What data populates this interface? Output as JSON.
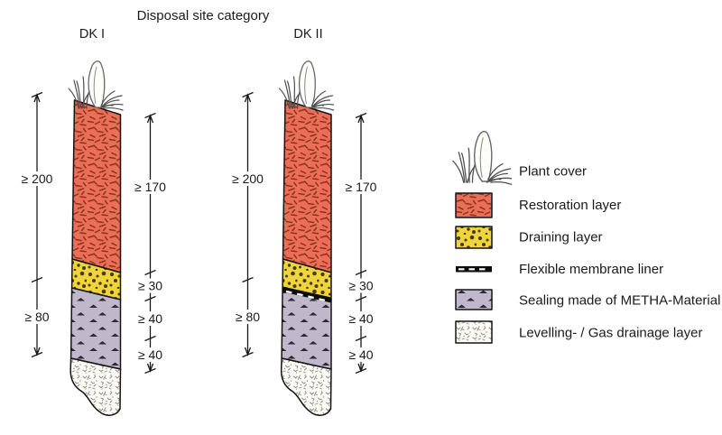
{
  "title": "Disposal site category",
  "columns": [
    {
      "label": "DK I",
      "left_dims": [
        {
          "label": "≥ 200"
        },
        {
          "label": "≥ 80"
        }
      ],
      "right_dims": [
        {
          "label": "≥ 170"
        },
        {
          "label": "≥ 30"
        },
        {
          "label": "≥ 40"
        },
        {
          "label": "≥ 40"
        }
      ],
      "layers_top_to_bottom": [
        "Plant cover",
        "Restoration layer",
        "Draining layer",
        "Sealing made of METHA-Material",
        "Levelling- / Gas drainage layer"
      ]
    },
    {
      "label": "DK II",
      "left_dims": [
        {
          "label": "≥ 200"
        },
        {
          "label": "≥ 80"
        }
      ],
      "right_dims": [
        {
          "label": "≥ 170"
        },
        {
          "label": "≥ 30"
        },
        {
          "label": "≥ 40"
        },
        {
          "label": "≥ 40"
        }
      ],
      "layers_top_to_bottom": [
        "Plant cover",
        "Restoration layer",
        "Draining layer",
        "Flexible membrane liner",
        "Sealing made of METHA-Material",
        "Levelling- / Gas drainage layer"
      ]
    }
  ],
  "legend": {
    "items": [
      {
        "icon": "plant-cover-icon",
        "label": "Plant cover"
      },
      {
        "icon": "restoration-swatch",
        "label": "Restoration layer"
      },
      {
        "icon": "draining-swatch",
        "label": "Draining layer"
      },
      {
        "icon": "membrane-swatch",
        "label": "Flexible membrane liner"
      },
      {
        "icon": "sealing-swatch",
        "label": "Sealing made of METHA-Material"
      },
      {
        "icon": "levelling-swatch",
        "label": "Levelling- /  Gas drainage layer"
      }
    ]
  },
  "colors": {
    "restoration": "#ea6e58",
    "restoration_dash": "#8a3418",
    "draining": "#f0d43c",
    "draining_dot": "#46390d",
    "sealing": "#bfb8cb",
    "sealing_mark": "#2b2836",
    "levelling": "#fcfbf6",
    "levelling_mark": "#858585",
    "membrane": "#0c0c0c",
    "outline": "#141414"
  }
}
